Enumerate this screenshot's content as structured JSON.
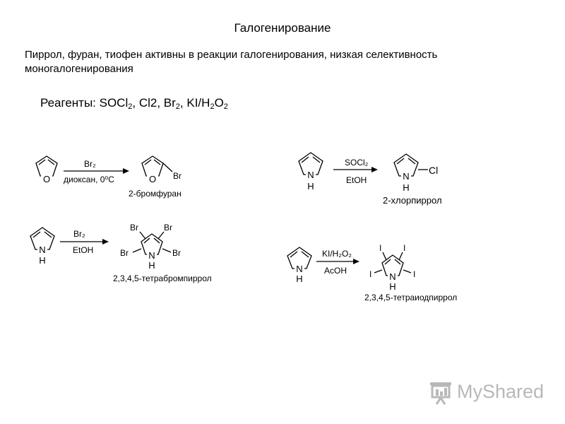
{
  "title": "Галогенирование",
  "description": "Пиррол, фуран, тиофен активны в реакции галогенирования, низкая селективность моногалогенирования",
  "reagents": {
    "prefix": "Реагенты: ",
    "items": [
      {
        "base": "SOCl",
        "sub": "2"
      },
      {
        "base": "Cl2",
        "sub": ""
      },
      {
        "base": "Br",
        "sub": "2"
      },
      {
        "base": "KI/H",
        "sub": "2",
        "base2": "O",
        "sub2": "2"
      }
    ]
  },
  "reactions": [
    {
      "reagent_top": "Br₂",
      "reagent_bottom": "диоксан, 0⁰C",
      "product": "2-бромфуран",
      "substituent": "Br",
      "heteroatom": "O"
    },
    {
      "reagent_top": "SOCl₂",
      "reagent_bottom": "EtOH",
      "product": "2-хлорпиррол",
      "substituent": "Cl",
      "heteroatom": "N",
      "nh": "H"
    },
    {
      "reagent_top": "Br₂",
      "reagent_bottom": "EtOH",
      "product": "2,3,4,5-тетрабромпиррол",
      "substituent": "Br",
      "heteroatom": "N",
      "nh": "H"
    },
    {
      "reagent_top": "KI/H₂O₂",
      "reagent_bottom": "AcOH",
      "product": "2,3,4,5-тетраиодпиррол",
      "substituent": "I",
      "heteroatom": "N",
      "nh": "H"
    }
  ],
  "watermark": {
    "text": "MyShared"
  }
}
